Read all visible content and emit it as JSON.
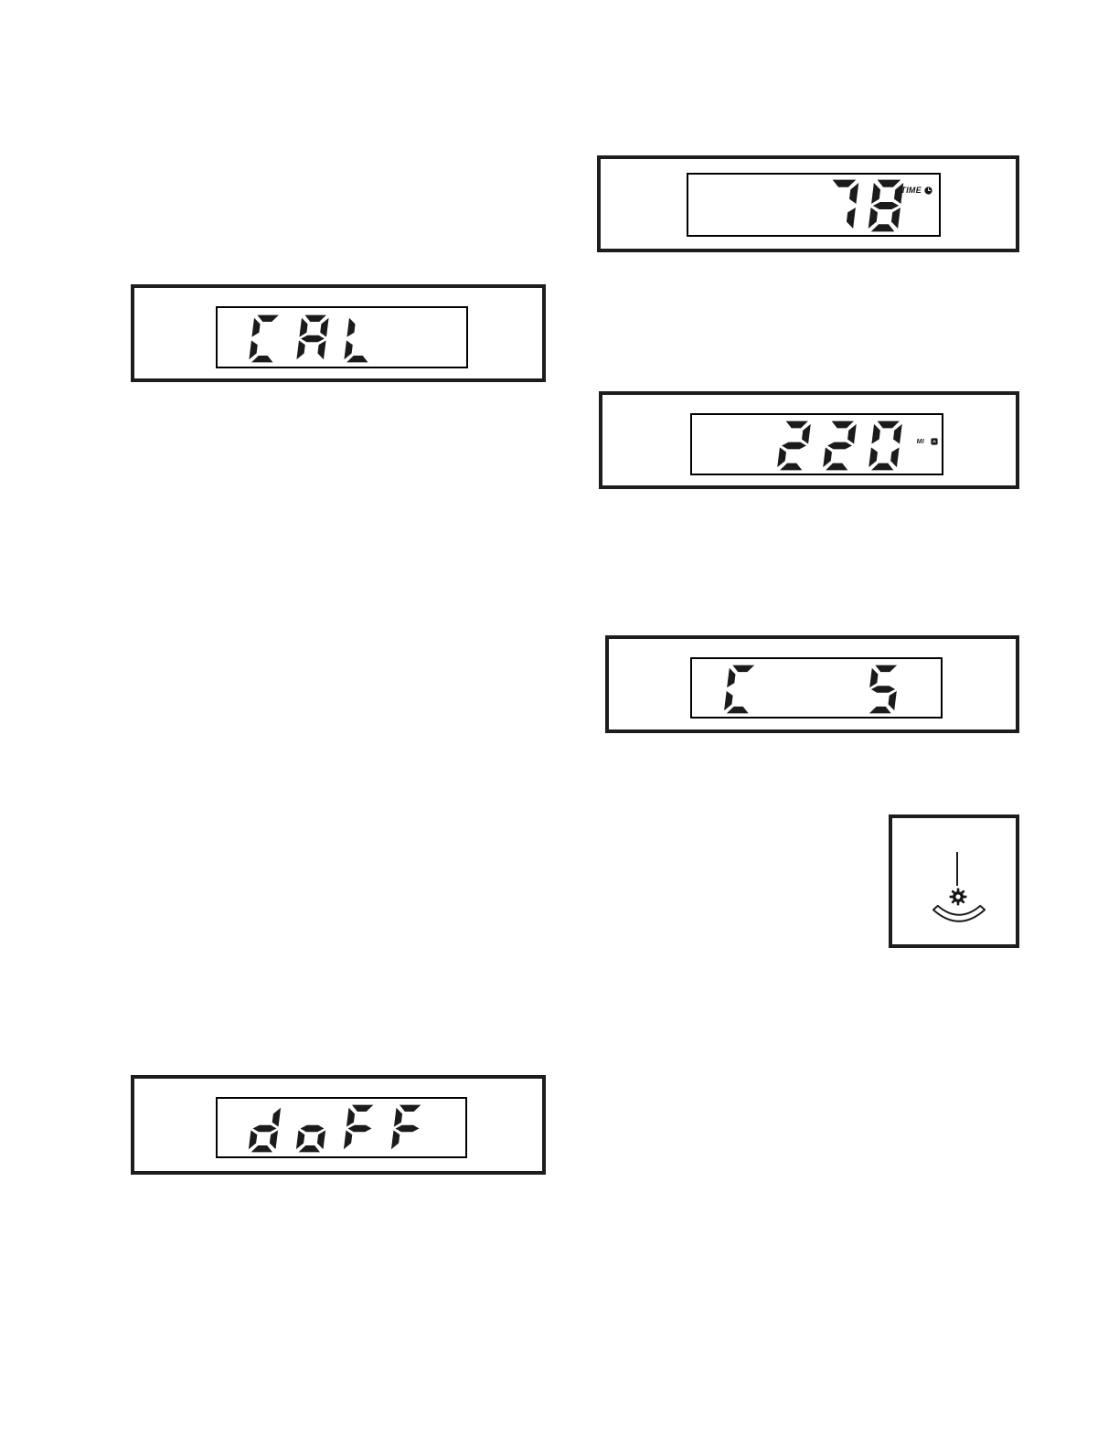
{
  "displays": {
    "time": {
      "value": "78",
      "label": "TIME",
      "icon": "clock-icon"
    },
    "cal": {
      "value": "CAL"
    },
    "distance": {
      "value": "220",
      "label": "MI",
      "icon": "distance-unit-icon"
    },
    "console": {
      "value": "C  S"
    },
    "doff": {
      "value": "doFF"
    }
  },
  "diagram": {
    "name": "gear-pendulum-diagram",
    "parts": [
      "hanging-wire",
      "gear",
      "swing-arc"
    ]
  },
  "colors": {
    "ink": "#1b1b1b",
    "box_border": "#1d1d1d",
    "lcd_border": "#000000",
    "background": "#ffffff"
  }
}
